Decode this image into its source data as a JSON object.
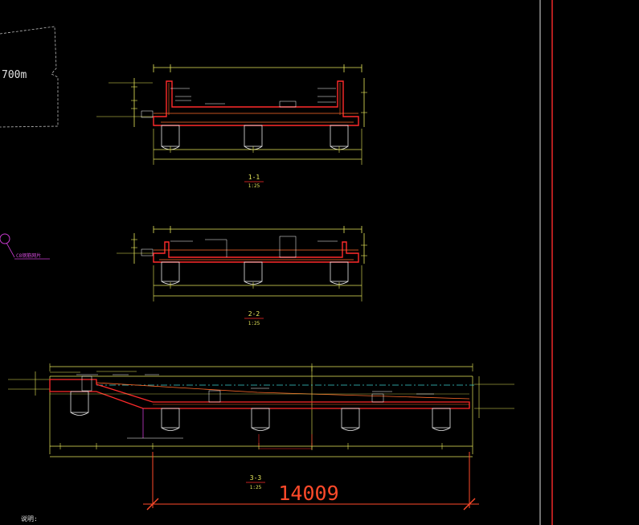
{
  "colors": {
    "background": "#000000",
    "dimension": "#e8e85a",
    "concrete": "#ff2a2a",
    "rebar": "#ff6a2a",
    "pile": "#e6e6e6",
    "leader": "#ffffff",
    "centerline": "#3ad0d0",
    "callout": "#c83ad0",
    "frame": "#e0e0e0",
    "overall_dim": "#ff4a2a",
    "sketch": "#bdbdbd"
  },
  "sketch": {
    "label": "700m"
  },
  "callout": {
    "text": "C8钢筋网片"
  },
  "section_1": {
    "name": "1-1",
    "scale": "1:25"
  },
  "section_2": {
    "name": "2-2",
    "scale": "1:25"
  },
  "section_3": {
    "name": "3-3",
    "scale": "1:25"
  },
  "overall_dimension": {
    "value": "14009"
  },
  "note": {
    "label": "说明:"
  }
}
